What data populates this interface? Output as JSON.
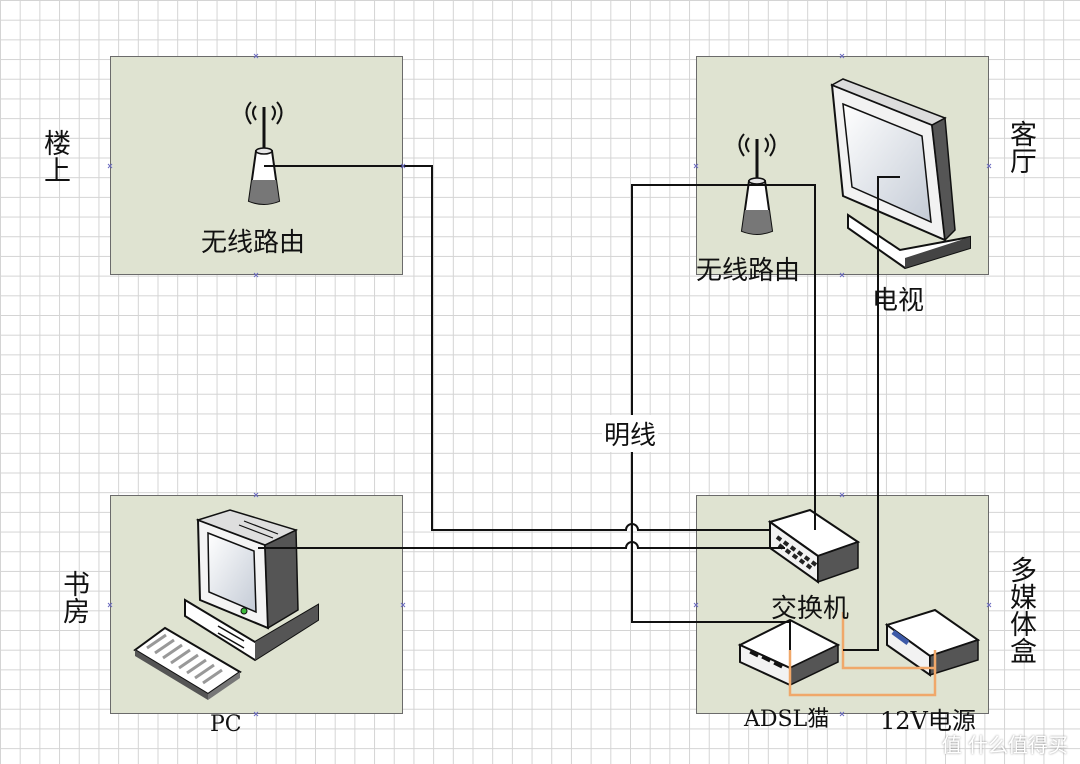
{
  "rooms": {
    "upstairs": "楼上",
    "living_room": "客厅",
    "study": "书房",
    "media_box": "多媒体盒"
  },
  "devices": {
    "router_upstairs": "无线路由",
    "router_living": "无线路由",
    "tv": "电视",
    "switch": "交换机",
    "adsl_modem": "ADSL猫",
    "power_supply": "12V电源",
    "pc": "PC"
  },
  "cable_label": "明线",
  "watermark": "值 什么值得买",
  "colors": {
    "room_fill": "#dfe3d1",
    "cable": "#111111",
    "power_cable": "#f0a86a"
  }
}
